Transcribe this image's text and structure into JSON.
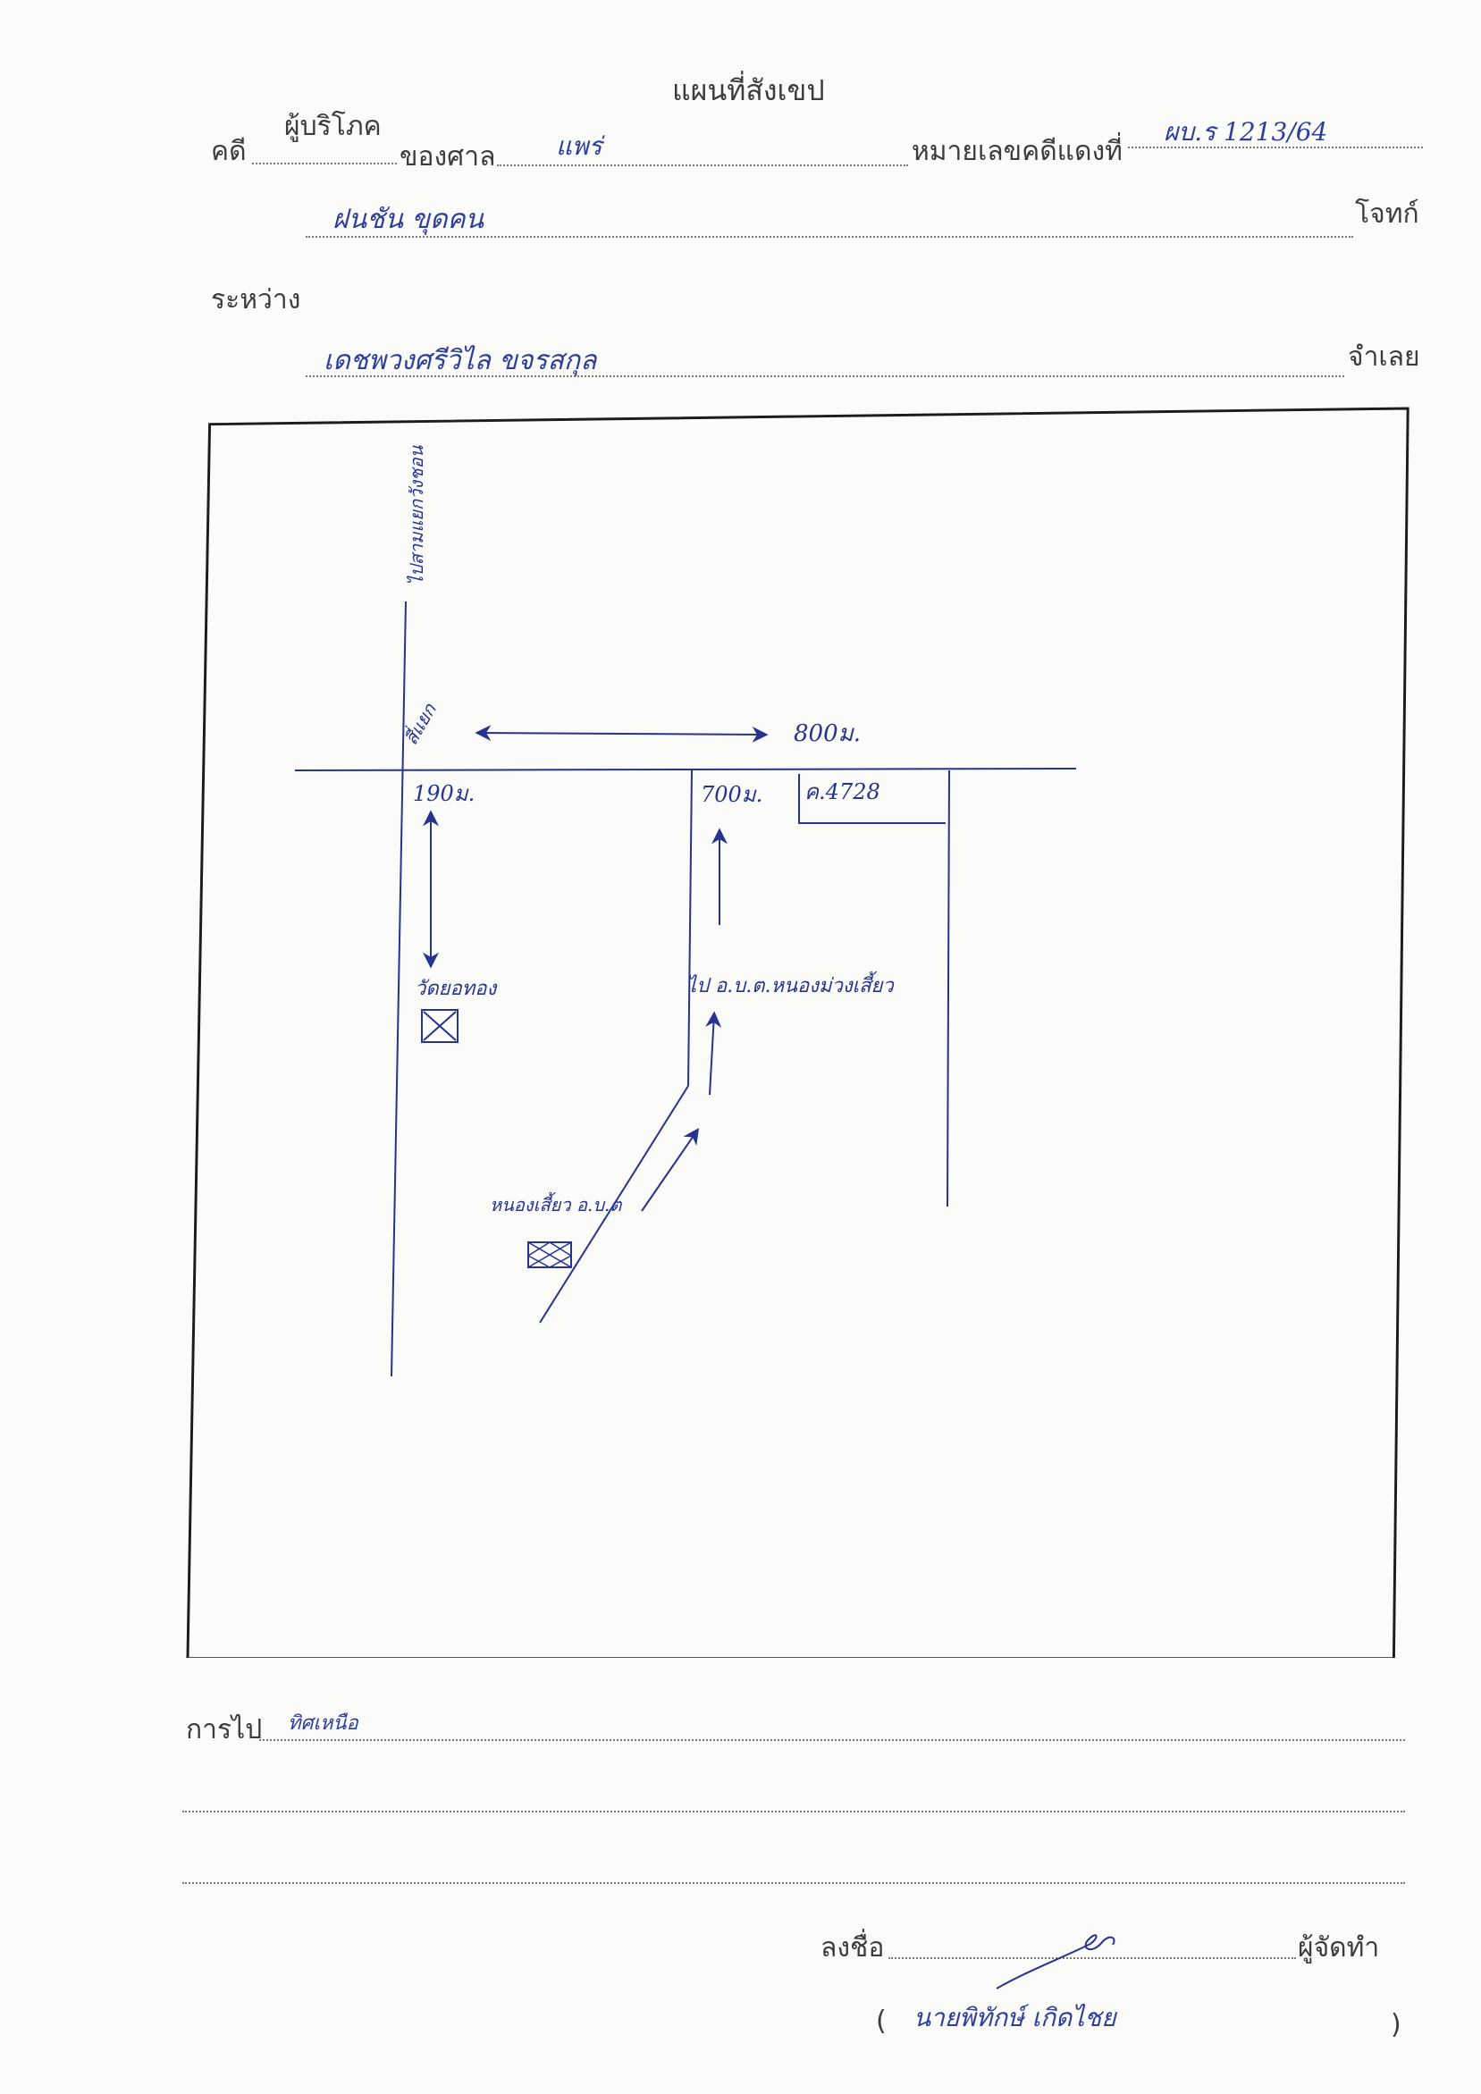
{
  "form": {
    "title": "แผนที่สังเขป",
    "case_label": "คดี",
    "case_value": "ผู้บริโภค",
    "court_label": "ของศาล",
    "court_value": "แพร่",
    "red_no_label": "หมายเลขคดีแดงที่",
    "red_no_value": "ผบ.ร 1213/64",
    "plaintiff_value": "ฝนชัน ขุดคน",
    "plaintiff_label": "โจทก์",
    "between_label": "ระหว่าง",
    "defendant_value": "เดชพวงศรีวิไล ขจรสกุล",
    "defendant_label": "จำเลย"
  },
  "map": {
    "road_north": "ไปสามแยกวังชอน",
    "junction": "สี่แยก",
    "dist_800": "800ม.",
    "dist_190": "190ม.",
    "dist_700": "700ม.",
    "house_no": "ค.4728",
    "temple": "วัดยอทอง",
    "to_office": "ไป อ.บ.ต.หนองม่วงเสี้ยว",
    "village": "หนองเสี้ยว อ.บ.ต",
    "colors": {
      "ink": "#26348f",
      "border": "#1c1c1c"
    }
  },
  "footer": {
    "route_label": "การไป",
    "route_value": "ทิศเหนือ",
    "sign_label": "ลงชื่อ",
    "maker_label": "ผู้จัดทำ",
    "paren_open": "(",
    "paren_close": ")",
    "name_value": "นายพิทักษ์ เกิดไชย"
  }
}
